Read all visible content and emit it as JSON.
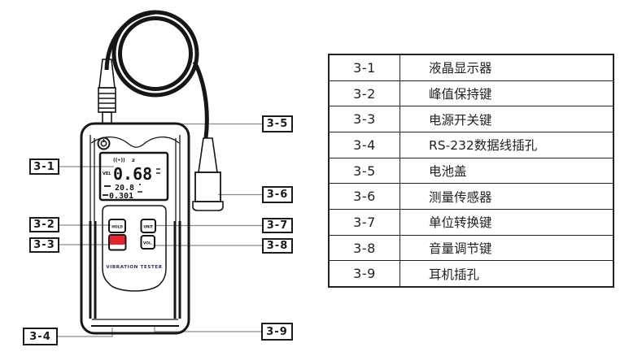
{
  "device": {
    "brand": "VIBRATION TESTER",
    "lcd": {
      "signal_icon_glyph": "((•))",
      "axis_label": "z",
      "vel_label": "VEL",
      "main_value": "0.68",
      "secondary_value": "20.8",
      "tertiary_value": "0.301"
    },
    "buttons": {
      "hold_label": "HOLD",
      "unit_label": "UNIT",
      "vol_label": "VOL.",
      "power_button_color": "#e8222a"
    },
    "icons": {
      "speaker_icon": "circular buzzer emblem",
      "signal_icon": "((•))"
    }
  },
  "callouts": [
    {
      "label": "3-1"
    },
    {
      "label": "3-2"
    },
    {
      "label": "3-3"
    },
    {
      "label": "3-4"
    },
    {
      "label": "3-5"
    },
    {
      "label": "3-6"
    },
    {
      "label": "3-7"
    },
    {
      "label": "3-8"
    },
    {
      "label": "3-9"
    }
  ],
  "table": {
    "rows": [
      {
        "id": "3-1",
        "desc": "液晶显示器"
      },
      {
        "id": "3-2",
        "desc": "峰值保持键"
      },
      {
        "id": "3-3",
        "desc": "电源开关键"
      },
      {
        "id": "3-4",
        "desc": "RS-232数据线插孔"
      },
      {
        "id": "3-5",
        "desc": "电池盖"
      },
      {
        "id": "3-6",
        "desc": "测量传感器"
      },
      {
        "id": "3-7",
        "desc": "单位转换键"
      },
      {
        "id": "3-8",
        "desc": "音量调节键"
      },
      {
        "id": "3-9",
        "desc": "耳机插孔"
      }
    ]
  },
  "colors": {
    "line_art": "#161616",
    "leader_line": "#8c8c8c",
    "power_button_red": "#e8222a",
    "brand_text": "#232d62",
    "table_text": "#231f20"
  }
}
